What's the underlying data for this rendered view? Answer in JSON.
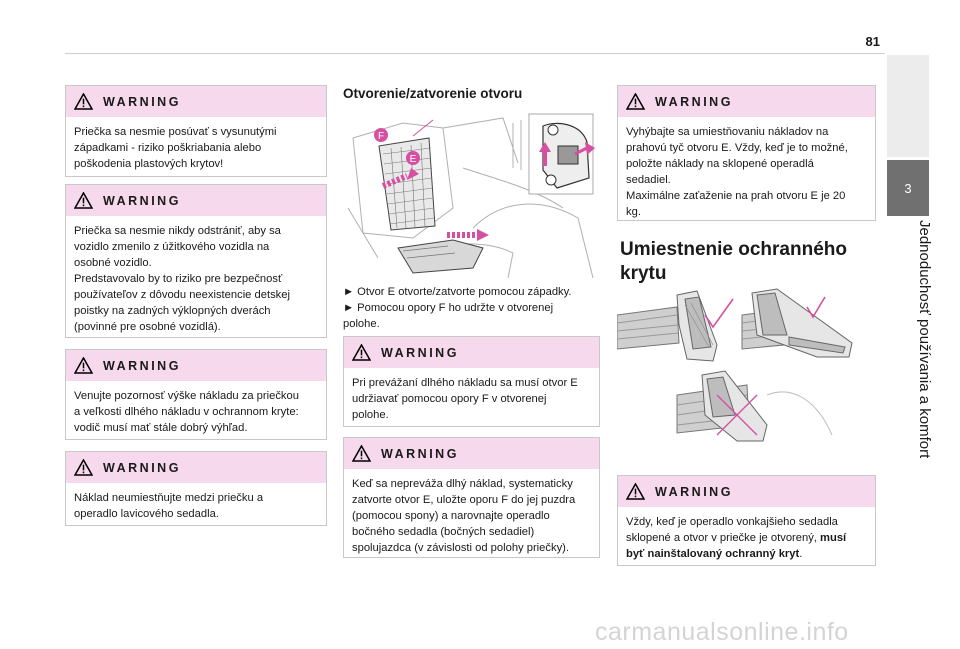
{
  "page_number": "81",
  "chapter_tab": "3",
  "chapter_title": "Jednoduchosť používania a komfort",
  "warning_label": "WARNING",
  "col1": {
    "w1": [
      "Priečka sa nesmie posúvať s vysunutými",
      "západkami - riziko poškriabania alebo",
      "poškodenia plastových krytov!"
    ],
    "w2": [
      "Priečka sa nesmie nikdy odstrániť, aby sa",
      "vozidlo zmenilo z úžitkového vozidla na",
      "osobné vozidlo.",
      "Predstavovalo by to riziko pre bezpečnosť",
      "používateľov z dôvodu neexistencie detskej",
      "poistky na zadných výklopných dverách",
      "(povinné pre osobné vozidlá)."
    ],
    "w3": [
      "Venujte pozornosť výške nákladu za priečkou",
      "a veľkosti dlhého nákladu v ochrannom kryte:",
      "vodič musí mať stále dobrý výhľad."
    ],
    "w4": [
      "Náklad neumiestňujte medzi priečku a",
      "operadlo lavicového sedadla."
    ]
  },
  "col2": {
    "heading": "Otvorenie/zatvorenie otvoru",
    "label_f": "F",
    "label_e": "E",
    "step1": "►  Otvor E otvorte/zatvorte pomocou západky.",
    "step2": "►  Pomocou opory F ho udržte v otvorenej",
    "step2b": "polohe.",
    "w5": [
      "Pri prevážaní dlhého nákladu sa musí otvor E",
      "udržiavať pomocou opory F v otvorenej",
      "polohe."
    ],
    "w6": [
      "Keď sa neprevážа dlhý náklad, systematicky",
      "zatvorte otvor E, uložte oporu F do jej puzdra",
      "(pomocou spony) a narovnajte operadlo",
      "bočného sedadla (bočných sedadiel)",
      "spolujazdca (v závislosti od polohy priečky)."
    ]
  },
  "col3": {
    "w7": [
      "Vyhýbajte sa umiestňovaniu nákladov na",
      "prahovú tyč otvoru E. Vždy, keď je to možné,",
      "položte náklady na sklopené operadlá",
      "sedadiel.",
      "Maximálne zaťaženie na prah otvoru E je 20",
      "kg."
    ],
    "heading_l1": "Umiestnenie ochranného",
    "heading_l2": "krytu",
    "w8_l1": "Vždy, keď je operadlo vonkajšieho sedadla",
    "w8_l2": "sklopené a otvor v priečke je otvorený,",
    "w8_l2b": "musí",
    "w8_l3b": "byť nainštalovaný ochranný kryt",
    "w8_l3e": "."
  },
  "colors": {
    "warning_header": "#f6d9ec",
    "tab": "#707070",
    "accent": "#d64fa0"
  },
  "footer_watermark": "carmanualsonline.info"
}
